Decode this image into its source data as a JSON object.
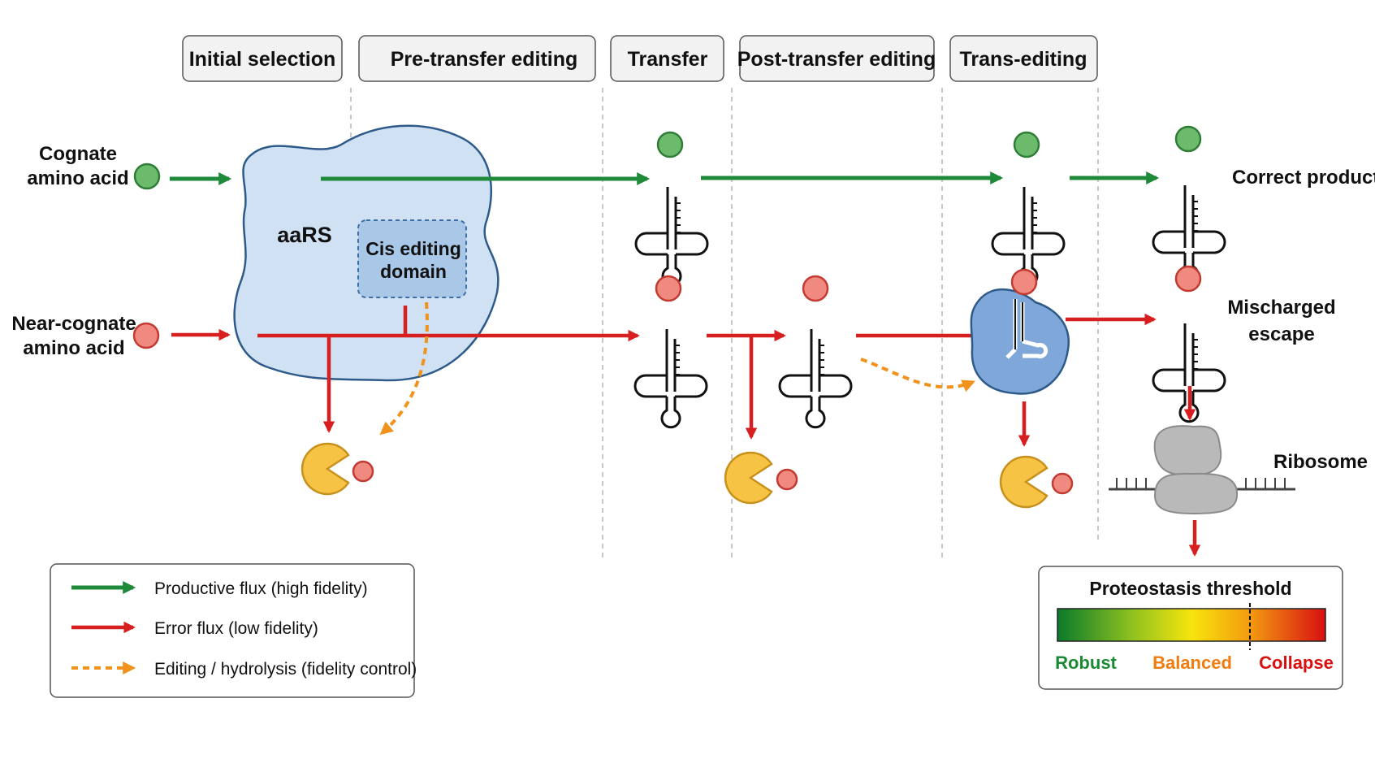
{
  "stages": [
    {
      "label": "Initial selection"
    },
    {
      "label": "Pre-transfer editing"
    },
    {
      "label": "Transfer"
    },
    {
      "label": "Post-transfer editing"
    },
    {
      "label": "Trans-editing"
    }
  ],
  "inputs": {
    "cognate_line1": "Cognate",
    "cognate_line2": "amino acid",
    "near_line1": "Near-cognate",
    "near_line2": "amino acid"
  },
  "enzyme": {
    "label": "aaRS",
    "cis_line1": "Cis editing",
    "cis_line2": "domain"
  },
  "outputs": {
    "correct": "Correct product",
    "mischarged_line1": "Mischarged",
    "mischarged_line2": "escape",
    "ribosome": "Ribosome"
  },
  "legend": {
    "productive": "Productive flux (high fidelity)",
    "error": "Error flux (low fidelity)",
    "editing": "Editing / hydrolysis (fidelity control)"
  },
  "threshold": {
    "title": "Proteostasis threshold",
    "robust": "Robust",
    "balanced": "Balanced",
    "collapse": "Collapse"
  },
  "colors": {
    "productive": "#1f8a3a",
    "error": "#d81f1f",
    "editing": "#f0921c",
    "enzyme_fill": "#cfe1f3",
    "enzyme_stroke": "#2e5a8a",
    "pacman": "#f6c344",
    "ribosome": "#b9b9b9",
    "robust": "#1b8a34",
    "balanced": "#f07d12",
    "collapse": "#d81010"
  },
  "icons": {
    "trna": "trna-icon",
    "pacman": "hydrolysis-pacman-icon",
    "ribosome": "ribosome-icon"
  }
}
